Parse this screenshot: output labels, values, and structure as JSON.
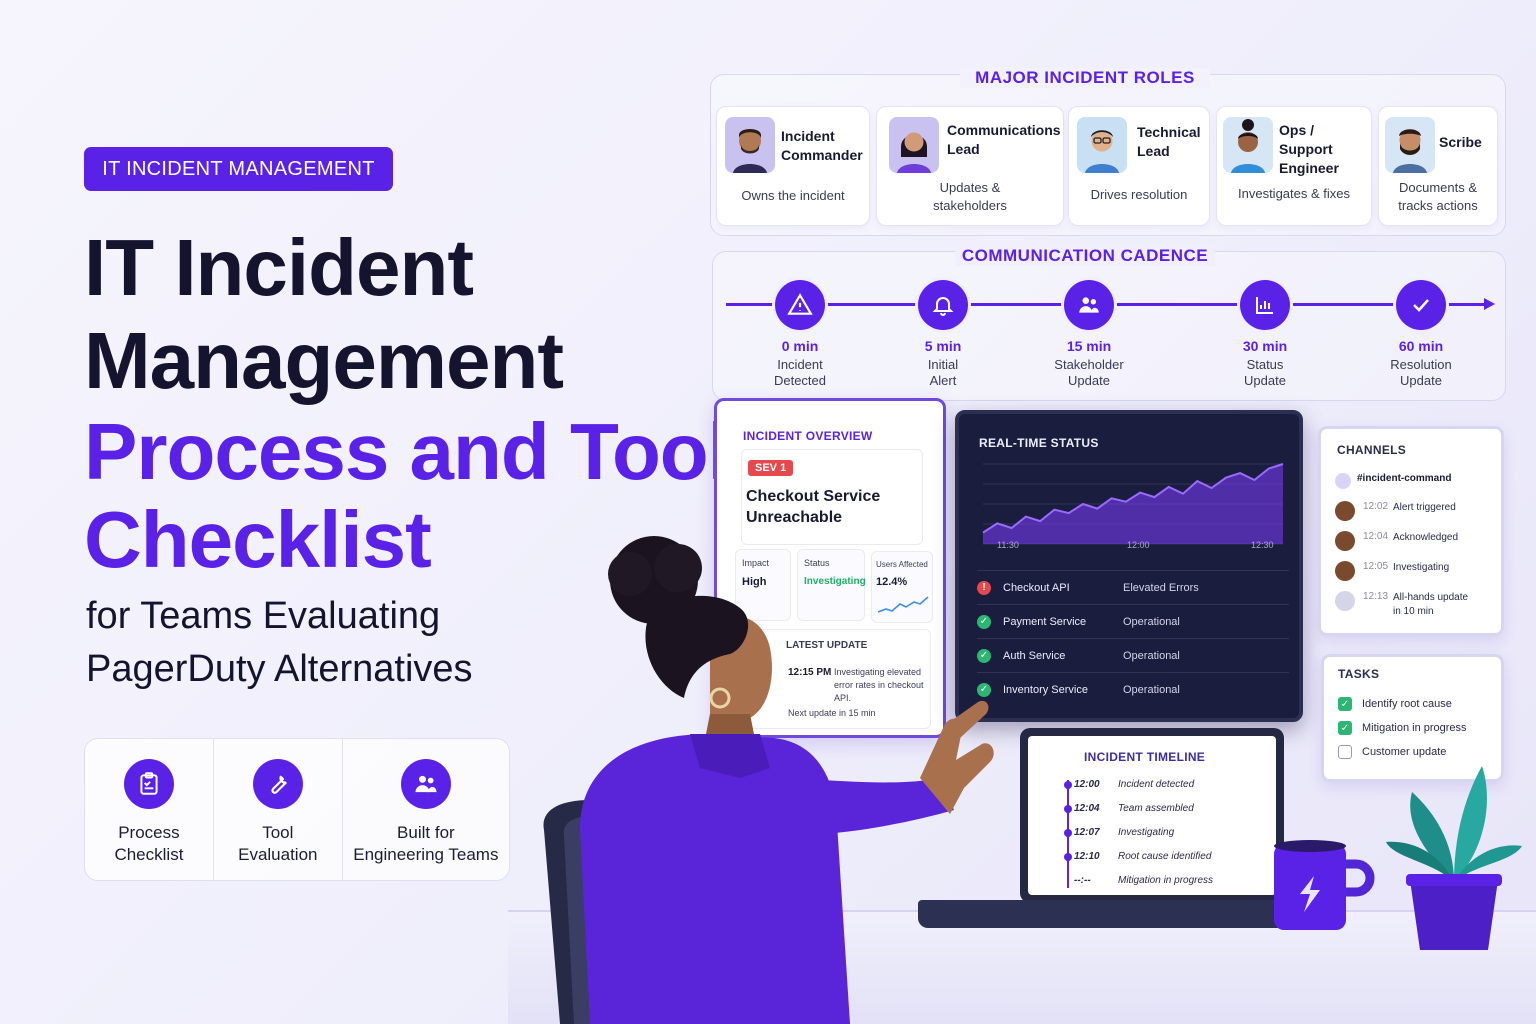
{
  "hero": {
    "tag": "IT INCIDENT MANAGEMENT",
    "title_line1": "IT Incident",
    "title_line2": "Management",
    "title_line3": "Process and Tool",
    "title_line4": "Checklist",
    "subtitle_line1": "for Teams Evaluating",
    "subtitle_line2": "PagerDuty Alternatives"
  },
  "features": [
    {
      "label": "Process\nChecklist",
      "icon": "clipboard-icon"
    },
    {
      "label": "Tool\nEvaluation",
      "icon": "wrench-icon"
    },
    {
      "label": "Built for\nEngineering Teams",
      "icon": "team-icon"
    }
  ],
  "roles": {
    "title": "MAJOR INCIDENT ROLES",
    "items": [
      {
        "name": "Incident\nCommander",
        "desc": "Owns the incident"
      },
      {
        "name": "Communications\nLead",
        "desc": "Updates &\nstakeholders"
      },
      {
        "name": "Technical\nLead",
        "desc": "Drives resolution"
      },
      {
        "name": "Ops / Support\nEngineer",
        "desc": "Investigates & fixes"
      },
      {
        "name": "Scribe",
        "desc": "Documents &\ntracks actions"
      }
    ]
  },
  "cadence": {
    "title": "COMMUNICATION CADENCE",
    "steps": [
      {
        "time": "0 min",
        "label": "Incident\nDetected",
        "icon": "warning-icon"
      },
      {
        "time": "5 min",
        "label": "Initial\nAlert",
        "icon": "bell-icon"
      },
      {
        "time": "15 min",
        "label": "Stakeholder\nUpdate",
        "icon": "people-icon"
      },
      {
        "time": "30 min",
        "label": "Status\nUpdate",
        "icon": "chart-icon"
      },
      {
        "time": "60 min",
        "label": "Resolution\nUpdate",
        "icon": "check-icon"
      }
    ]
  },
  "overview": {
    "title": "INCIDENT OVERVIEW",
    "severity": "SEV 1",
    "incident": "Checkout Service\nUnreachable",
    "impact_label": "Impact",
    "impact_value": "High",
    "status_label": "Status",
    "status_value": "Investigating",
    "users_label": "Users Affected",
    "users_value": "12.4%",
    "latest_label": "LATEST UPDATE",
    "latest_time": "12:15 PM",
    "latest_text": "Investigating elevated\nerror rates in checkout API.",
    "next_update": "Next update in 15 min",
    "colors": {
      "sev": "#e5484d",
      "status": "#1fae6a"
    }
  },
  "realtime": {
    "title": "REAL-TIME STATUS",
    "x_ticks": [
      "11:30",
      "12:00",
      "12:30"
    ],
    "series": [
      10,
      18,
      14,
      24,
      20,
      30,
      27,
      35,
      31,
      40,
      37,
      45,
      41,
      50,
      44,
      55,
      49,
      58,
      62,
      56,
      66,
      70
    ],
    "services": [
      {
        "name": "Checkout API",
        "status": "Elevated Errors",
        "state": "error"
      },
      {
        "name": "Payment Service",
        "status": "Operational",
        "state": "ok"
      },
      {
        "name": "Auth Service",
        "status": "Operational",
        "state": "ok"
      },
      {
        "name": "Inventory Service",
        "status": "Operational",
        "state": "ok"
      }
    ]
  },
  "channels": {
    "title": "CHANNELS",
    "channel": "#incident-command",
    "messages": [
      {
        "time": "12:02",
        "text": "Alert triggered"
      },
      {
        "time": "12:04",
        "text": "Acknowledged"
      },
      {
        "time": "12:05",
        "text": "Investigating"
      },
      {
        "time": "12:13",
        "text": "All-hands update\nin 10 min"
      }
    ]
  },
  "tasks": {
    "title": "TASKS",
    "items": [
      {
        "text": "Identify root cause",
        "done": true
      },
      {
        "text": "Mitigation in progress",
        "done": true
      },
      {
        "text": "Customer update",
        "done": false
      }
    ]
  },
  "timeline": {
    "title": "INCIDENT TIMELINE",
    "items": [
      {
        "time": "12:00",
        "event": "Incident detected"
      },
      {
        "time": "12:04",
        "event": "Team assembled"
      },
      {
        "time": "12:07",
        "event": "Investigating"
      },
      {
        "time": "12:10",
        "event": "Root cause identified"
      },
      {
        "time": "--:--",
        "event": "Mitigation in progress"
      }
    ]
  },
  "theme": {
    "accent": "#5a22e6",
    "dark": "#15142e",
    "ok": "#2bb673",
    "error": "#e5484d"
  }
}
